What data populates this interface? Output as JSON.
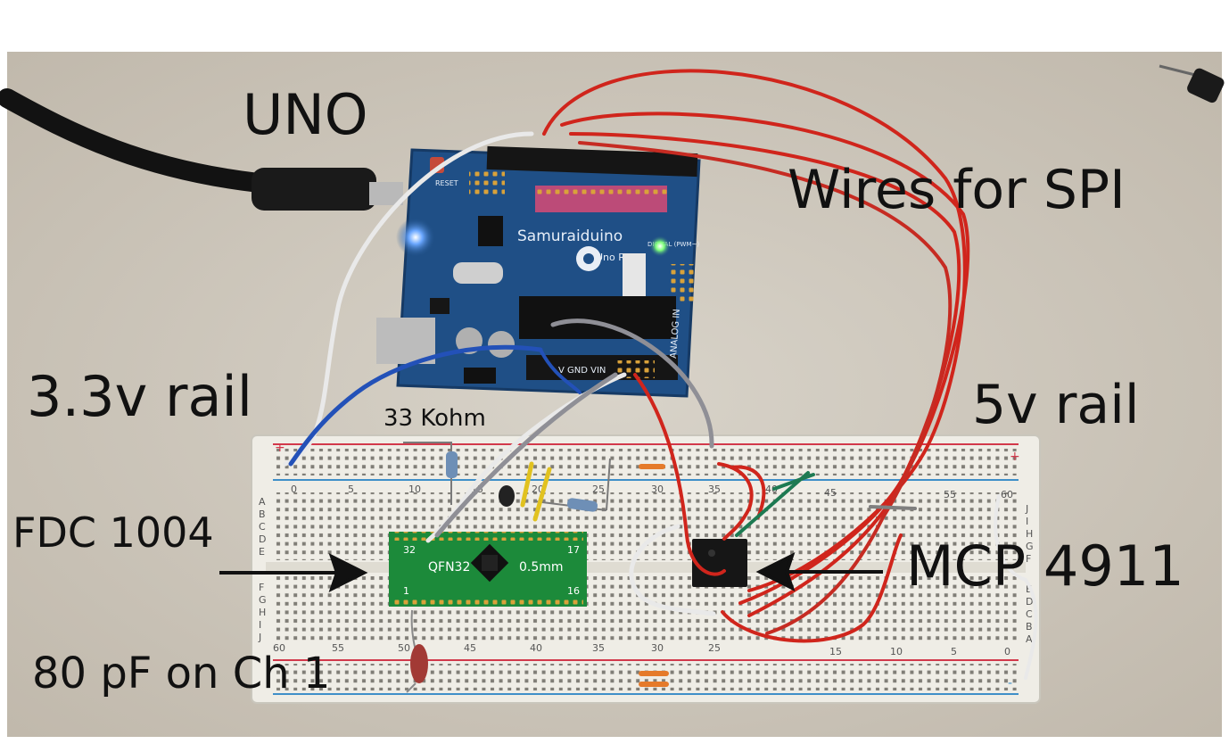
{
  "labels": {
    "uno": "UNO",
    "wires_spi": "Wires for SPI",
    "rail_33": "3.3v rail",
    "rail_5v": "5v rail",
    "fdc": "FDC 1004",
    "mcp": "MCP 4911",
    "cap": "80 pF on Ch 1",
    "resistor": "33 Kohm"
  },
  "board": {
    "brand": "Samuraiduino",
    "model": "Uno R3",
    "reset": "RESET",
    "analog": "ANALOG IN",
    "power_pins": "V GND VIN",
    "digital": "DIGITAL (PWM~)"
  },
  "breakout": {
    "package": "QFN32",
    "pitch": "0.5mm",
    "pin_1": "1",
    "pin_16": "16",
    "pin_17": "17",
    "pin_32": "32"
  },
  "breadboard": {
    "top_numbers": [
      "0",
      "5",
      "10",
      "15",
      "20",
      "25",
      "30",
      "35",
      "40",
      "45",
      "55",
      "60"
    ],
    "bottom_numbers": [
      "60",
      "55",
      "50",
      "45",
      "40",
      "35",
      "30",
      "25",
      "15",
      "10",
      "5",
      "0"
    ],
    "left_rows_top": [
      "A",
      "B",
      "C",
      "D",
      "E"
    ],
    "left_rows_bottom": [
      "F",
      "G",
      "H",
      "I",
      "J"
    ],
    "right_rows_top": [
      "J",
      "I",
      "H",
      "G",
      "F"
    ],
    "right_rows_bottom": [
      "E",
      "D",
      "C",
      "B",
      "A"
    ],
    "rail_plus": "+",
    "rail_minus": "-"
  },
  "colors": {
    "background": "#cfc8bd",
    "breadboard": "#efede6",
    "pcb": "#1f4f86",
    "wire_red": "#d0251c",
    "wire_white": "#e9e9e9",
    "wire_blue": "#2351b8",
    "wire_gray": "#8f8f96",
    "wire_green": "#1d7a52",
    "rail_red": "#d2394b",
    "rail_blue": "#3f8fc8",
    "breakout_green": "#1c8a3a"
  }
}
